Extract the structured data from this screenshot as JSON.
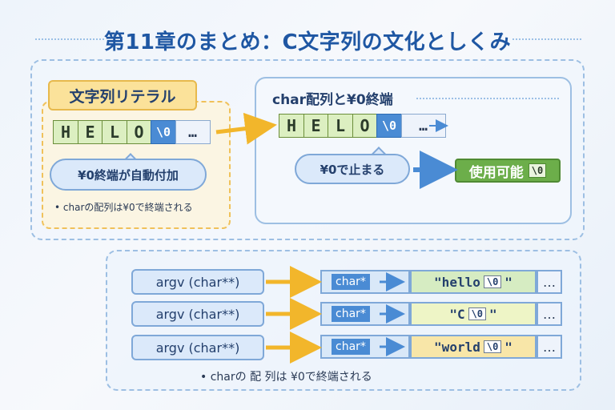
{
  "title": "第11章のまとめ：C文字列の文化としくみ",
  "left_panel": {
    "header": "文字列リテラル",
    "cells": [
      "H",
      "E",
      "L",
      "O"
    ],
    "nul": "\\0",
    "more": "…",
    "bubble": "¥0終端が自動付加",
    "note": "• charの配列は¥0で終端される"
  },
  "right_panel": {
    "header": "char配列と¥0終端",
    "cells": [
      "H",
      "E",
      "L",
      "O"
    ],
    "nul": "\\0",
    "more": "…",
    "bubble": "¥0で止まる",
    "usable_label": "使用可能",
    "usable_chip": "\\0"
  },
  "bottom_panel": {
    "rows": [
      {
        "argv": "argv (char**)",
        "ptr": "char*",
        "open": "\"hello",
        "nul": "\\0",
        "close": "\"",
        "more": "…",
        "fill": "#d6ecc2"
      },
      {
        "argv": "argv (char**)",
        "ptr": "char*",
        "open": "\"C",
        "nul": "\\0",
        "close": "\"",
        "more": "…",
        "fill": "#eef5c6"
      },
      {
        "argv": "argv (char**)",
        "ptr": "char*",
        "open": "\"world",
        "nul": "\\0",
        "close": "\"",
        "more": "…",
        "fill": "#f8e6a8"
      }
    ],
    "note": "• charの 配 列は ¥0で終端される"
  },
  "colors": {
    "title": "#1f57a3",
    "nul_cell": "#4a8bd4",
    "char_cell": "#dcefc1",
    "arrow_yellow": "#f2b62b",
    "arrow_blue": "#4a8bd4",
    "usable": "#6cae4a"
  }
}
